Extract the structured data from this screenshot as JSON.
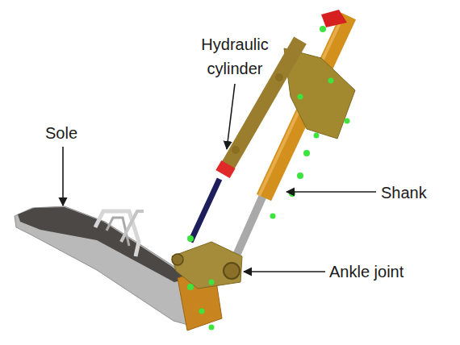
{
  "diagram": {
    "labels": [
      "Hydraulic cylinder",
      "Sole",
      "Shank",
      "Ankle joint"
    ]
  }
}
